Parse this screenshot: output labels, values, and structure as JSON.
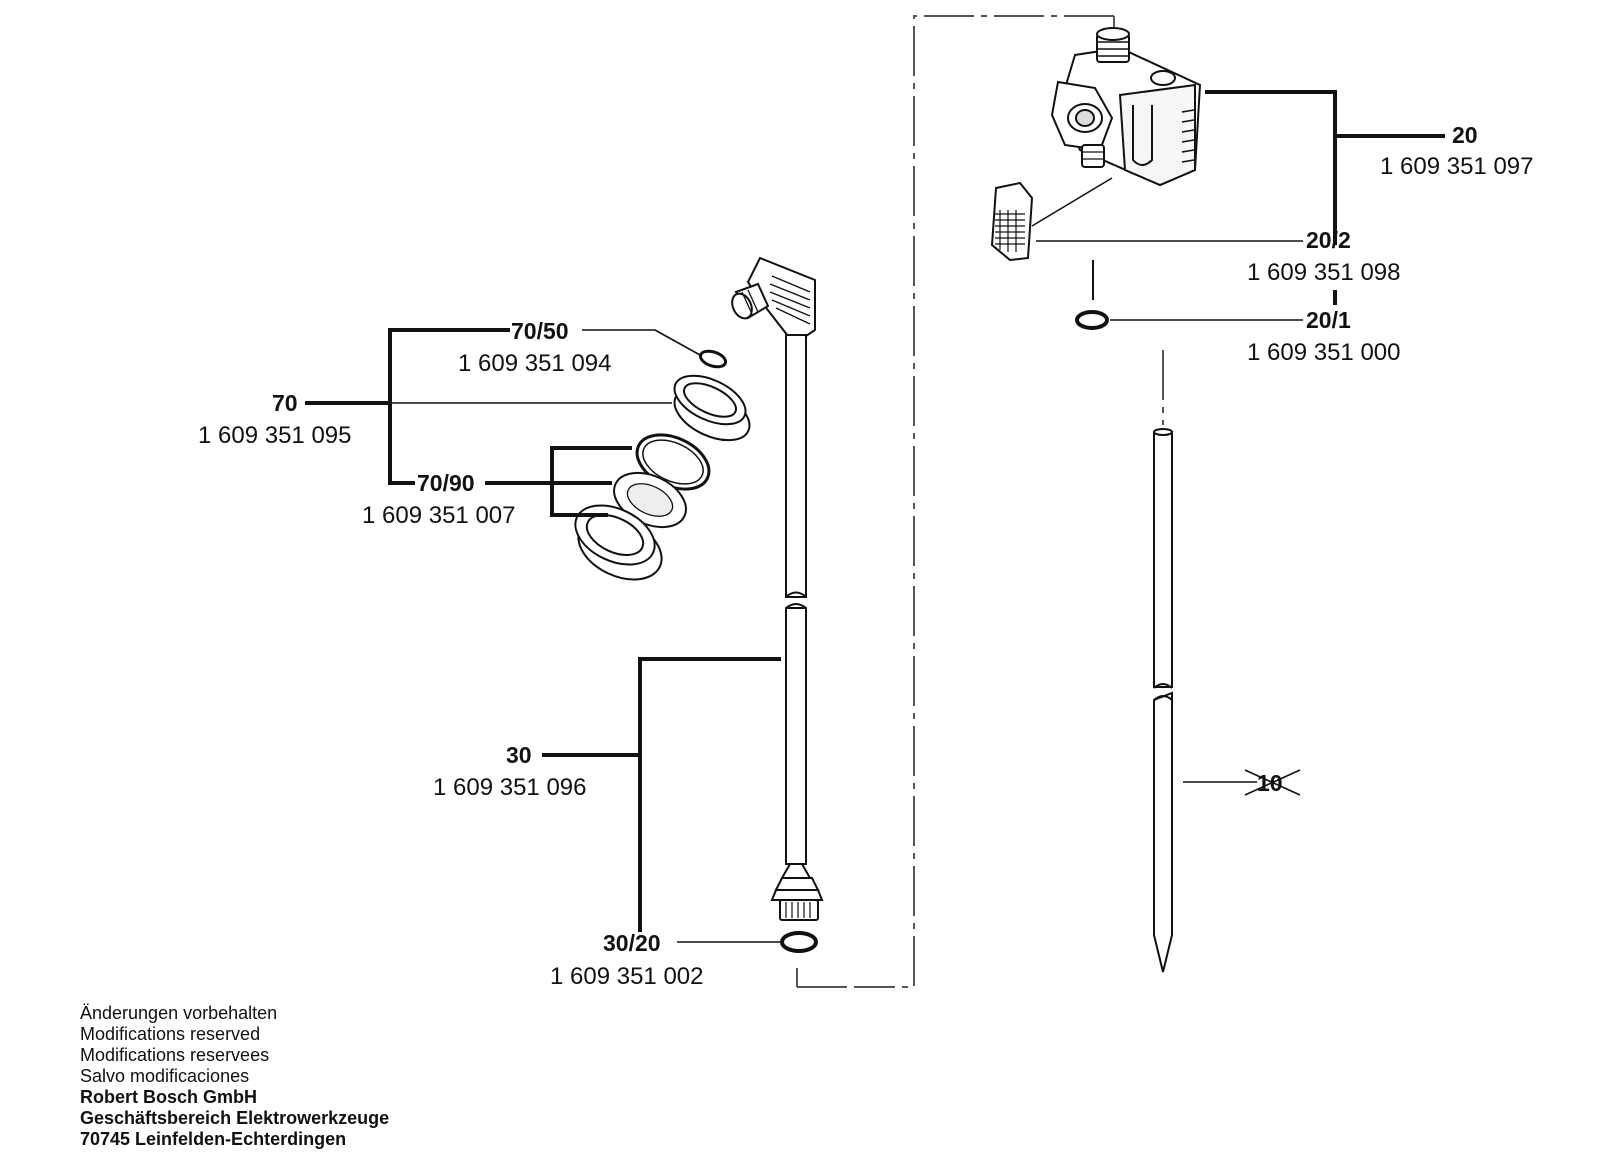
{
  "parts": {
    "p20": {
      "number": "20",
      "code": "1 609 351 097"
    },
    "p20_2": {
      "number": "20/2",
      "code": "1 609 351 098"
    },
    "p20_1": {
      "number": "20/1",
      "code": "1 609 351 000"
    },
    "p70_50": {
      "number": "70/50",
      "code": "1 609 351 094"
    },
    "p70": {
      "number": "70",
      "code": "1 609 351 095"
    },
    "p70_90": {
      "number": "70/90",
      "code": "1 609 351 007"
    },
    "p30": {
      "number": "30",
      "code": "1 609 351 096"
    },
    "p30_20": {
      "number": "30/20",
      "code": "1 609 351 002"
    },
    "p10": {
      "number": "10"
    }
  },
  "footer": {
    "lines": [
      "Änderungen vorbehalten",
      "Modifications reserved",
      "Modifications reservees",
      "Salvo modificaciones"
    ],
    "bold_lines": [
      "Robert Bosch GmbH",
      "Geschäftsbereich Elektrowerkzeuge",
      "70745 Leinfelden-Echterdingen"
    ]
  }
}
